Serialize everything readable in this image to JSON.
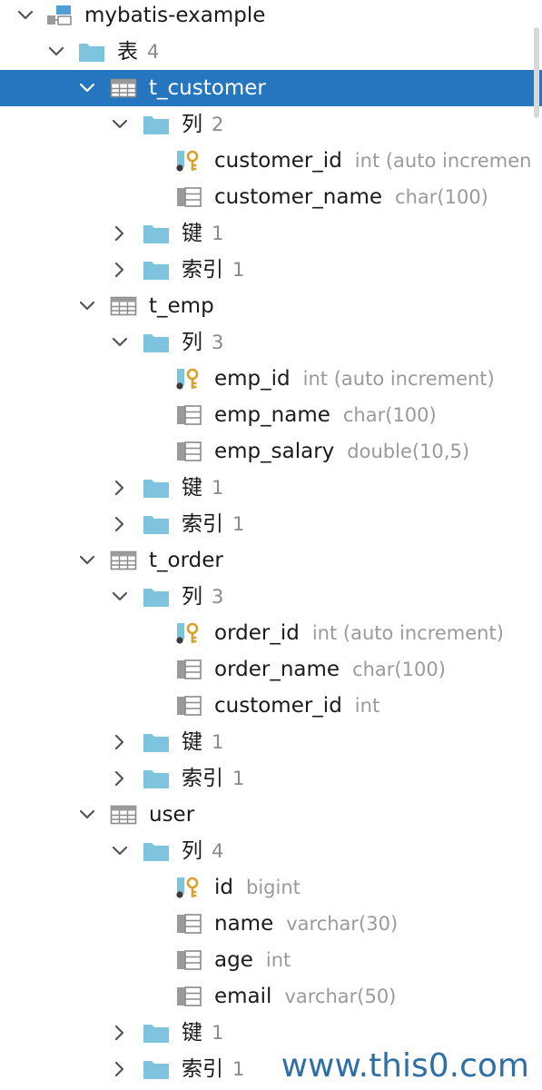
{
  "colors": {
    "selection": "#2675bf",
    "folder": "#7ec4de",
    "key_gold": "#d8a12a",
    "muted_text": "#9a9a9a"
  },
  "tree": [
    {
      "depth": 0,
      "expanded": true,
      "icon": "schema-icon",
      "name": "mybatis-example",
      "selected": false
    },
    {
      "depth": 1,
      "expanded": true,
      "icon": "folder-icon",
      "name": "表",
      "count": "4"
    },
    {
      "depth": 2,
      "expanded": true,
      "icon": "table-icon",
      "name": "t_customer",
      "selected": true
    },
    {
      "depth": 3,
      "expanded": true,
      "icon": "folder-icon",
      "name": "列",
      "count": "2"
    },
    {
      "depth": 4,
      "icon": "primary-key-column-icon",
      "name": "customer_id",
      "extra": "int (auto incremen"
    },
    {
      "depth": 4,
      "icon": "column-icon",
      "name": "customer_name",
      "extra": "char(100)"
    },
    {
      "depth": 3,
      "expanded": false,
      "icon": "folder-icon",
      "name": "键",
      "count": "1"
    },
    {
      "depth": 3,
      "expanded": false,
      "icon": "folder-icon",
      "name": "索引",
      "count": "1"
    },
    {
      "depth": 2,
      "expanded": true,
      "icon": "table-icon",
      "name": "t_emp"
    },
    {
      "depth": 3,
      "expanded": true,
      "icon": "folder-icon",
      "name": "列",
      "count": "3"
    },
    {
      "depth": 4,
      "icon": "primary-key-column-icon",
      "name": "emp_id",
      "extra": "int (auto increment)"
    },
    {
      "depth": 4,
      "icon": "column-icon",
      "name": "emp_name",
      "extra": "char(100)"
    },
    {
      "depth": 4,
      "icon": "column-icon",
      "name": "emp_salary",
      "extra": "double(10,5)"
    },
    {
      "depth": 3,
      "expanded": false,
      "icon": "folder-icon",
      "name": "键",
      "count": "1"
    },
    {
      "depth": 3,
      "expanded": false,
      "icon": "folder-icon",
      "name": "索引",
      "count": "1"
    },
    {
      "depth": 2,
      "expanded": true,
      "icon": "table-icon",
      "name": "t_order"
    },
    {
      "depth": 3,
      "expanded": true,
      "icon": "folder-icon",
      "name": "列",
      "count": "3"
    },
    {
      "depth": 4,
      "icon": "primary-key-column-icon",
      "name": "order_id",
      "extra": "int (auto increment)"
    },
    {
      "depth": 4,
      "icon": "column-icon",
      "name": "order_name",
      "extra": "char(100)"
    },
    {
      "depth": 4,
      "icon": "column-icon",
      "name": "customer_id",
      "extra": "int"
    },
    {
      "depth": 3,
      "expanded": false,
      "icon": "folder-icon",
      "name": "键",
      "count": "1"
    },
    {
      "depth": 3,
      "expanded": false,
      "icon": "folder-icon",
      "name": "索引",
      "count": "1"
    },
    {
      "depth": 2,
      "expanded": true,
      "icon": "table-icon",
      "name": "user"
    },
    {
      "depth": 3,
      "expanded": true,
      "icon": "folder-icon",
      "name": "列",
      "count": "4"
    },
    {
      "depth": 4,
      "icon": "primary-key-column-icon",
      "name": "id",
      "extra": "bigint"
    },
    {
      "depth": 4,
      "icon": "column-icon",
      "name": "name",
      "extra": "varchar(30)"
    },
    {
      "depth": 4,
      "icon": "column-icon",
      "name": "age",
      "extra": "int"
    },
    {
      "depth": 4,
      "icon": "column-icon",
      "name": "email",
      "extra": "varchar(50)"
    },
    {
      "depth": 3,
      "expanded": false,
      "icon": "folder-icon",
      "name": "键",
      "count": "1"
    },
    {
      "depth": 3,
      "expanded": false,
      "icon": "folder-icon",
      "name": "索引",
      "count": "1"
    }
  ],
  "watermark": "www.this0.com"
}
